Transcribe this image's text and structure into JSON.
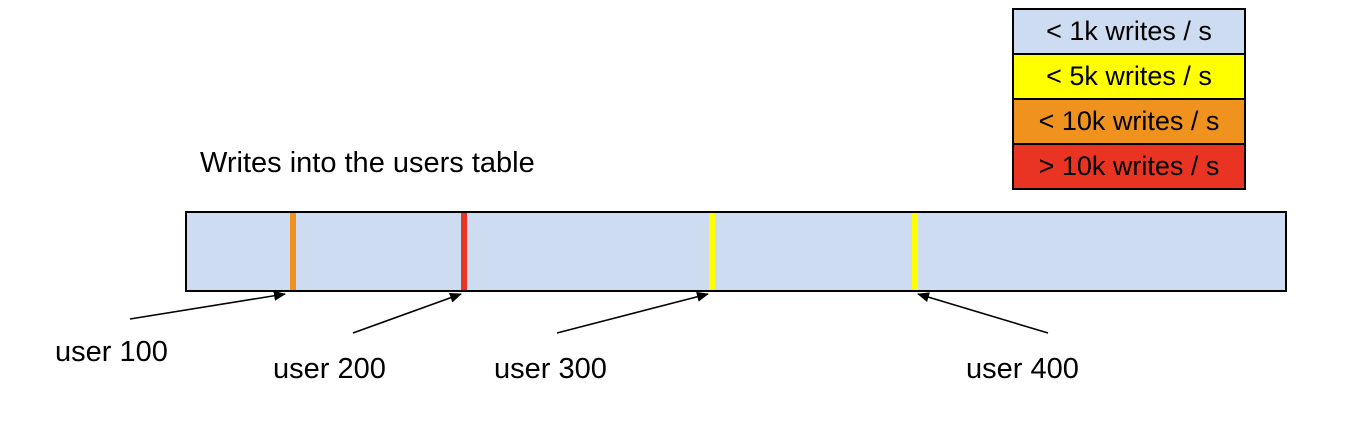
{
  "title": "Writes into the users table",
  "legend": {
    "items": [
      {
        "label": "< 1k writes / s",
        "color": "#cddcf0"
      },
      {
        "label": "< 5k writes / s",
        "color": "#ffff00"
      },
      {
        "label": "< 10k writes / s",
        "color": "#f0931e"
      },
      {
        "label": "> 10k writes / s",
        "color": "#ea3423"
      }
    ]
  },
  "bar": {
    "fill": "#cddcf0",
    "border_color": "#000000"
  },
  "markers": [
    {
      "label": "user 100",
      "color": "#f0931e",
      "rate": "< 10k writes / s"
    },
    {
      "label": "user 200",
      "color": "#ea3423",
      "rate": "> 10k writes / s"
    },
    {
      "label": "user 300",
      "color": "#ffff00",
      "rate": "< 5k writes / s"
    },
    {
      "label": "user 400",
      "color": "#ffff00",
      "rate": "< 5k writes / s"
    }
  ]
}
